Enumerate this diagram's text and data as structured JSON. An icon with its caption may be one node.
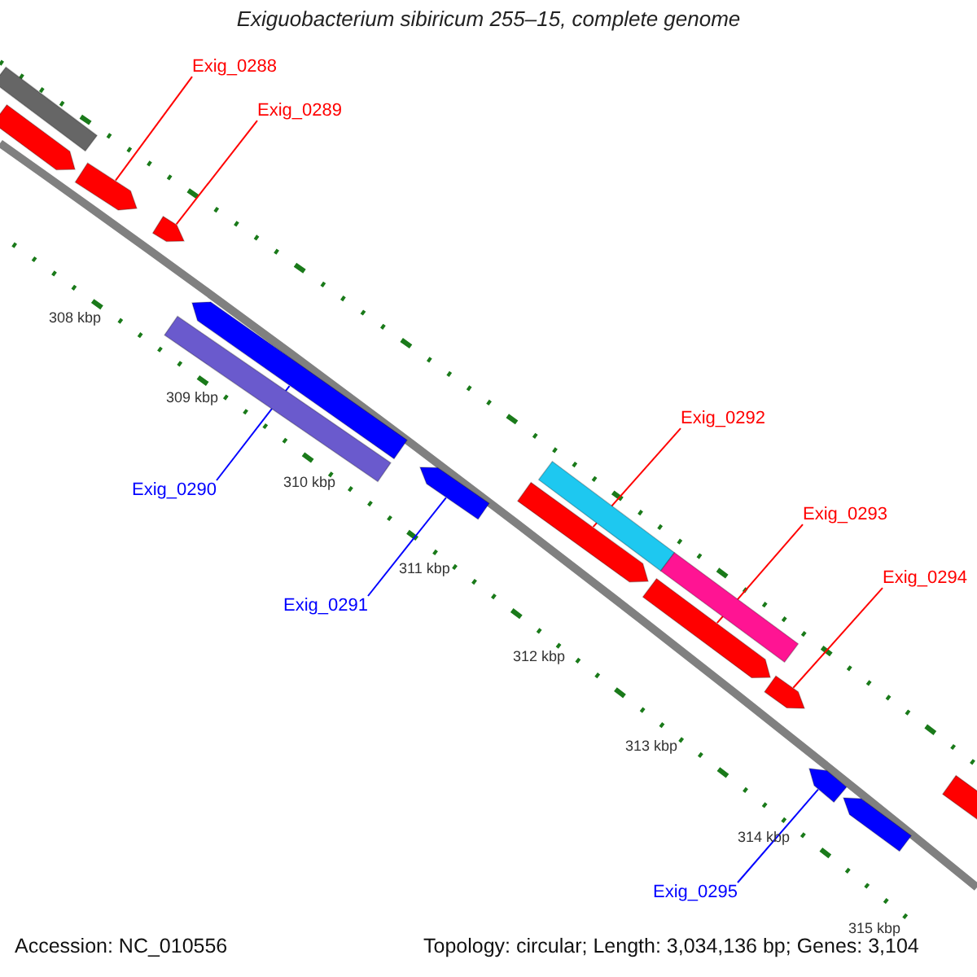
{
  "diagram": {
    "title": "Exiguobacterium sibiricum 255–15, complete genome",
    "nodes": [
      {
        "text": [
          "Exig_0288"
        ]
      },
      {
        "text": [
          "Exig_0289"
        ]
      },
      {
        "text": [
          "Exig_0290"
        ]
      },
      {
        "text": [
          "Exig_0291"
        ]
      },
      {
        "text": [
          "Exig_0292"
        ]
      },
      {
        "text": [
          "Exig_0293"
        ]
      },
      {
        "text": [
          "Exig_0294"
        ]
      },
      {
        "text": [
          "Exig_0295"
        ]
      },
      {
        "text": [],
        "shape": "bar"
      },
      {
        "text": [],
        "shape": "bar"
      },
      {
        "text": [],
        "shape": "bar"
      },
      {
        "text": [],
        "shape": "bar"
      },
      {
        "text": [],
        "shape": "bar"
      },
      {
        "text": [],
        "shape": "bar"
      },
      {
        "text": [],
        "shape": "bar"
      },
      {
        "text": [],
        "shape": "bar"
      },
      {
        "text": [],
        "shape": "bar"
      },
      {
        "text": [],
        "shape": "bar"
      },
      {
        "text": [],
        "shape": "bar"
      },
      {
        "text": [],
        "shape": "bar"
      },
      {
        "text": [],
        "shape": "bar"
      },
      {
        "text": [],
        "shape": "bar"
      },
      {
        "text": [],
        "shape": "bar"
      }
    ],
    "edges": [
      {
        "from": 0,
        "to": 10,
        "arrow": "none"
      },
      {
        "from": 1,
        "to": 11,
        "arrow": "none"
      },
      {
        "from": 2,
        "to": 12,
        "arrow": "none",
        "color": "#0000ff"
      },
      {
        "from": 3,
        "to": 14,
        "arrow": "none",
        "color": "#0000ff"
      },
      {
        "from": 4,
        "to": 15,
        "arrow": "none"
      },
      {
        "from": 5,
        "to": 17,
        "arrow": "none"
      },
      {
        "from": 6,
        "to": 19,
        "arrow": "none"
      },
      {
        "from": 7,
        "to": 20,
        "arrow": "none",
        "color": "#0000ff"
      }
    ],
    "labels": [
      "308 kbp",
      "309 kbp",
      "310 kbp",
      "311 kbp",
      "312 kbp",
      "313 kbp",
      "314 kbp",
      "315 kbp",
      "Accession: NC_010556",
      "Topology: circular; Length: 3,034,136 bp; Genes: 3,104"
    ]
  }
}
